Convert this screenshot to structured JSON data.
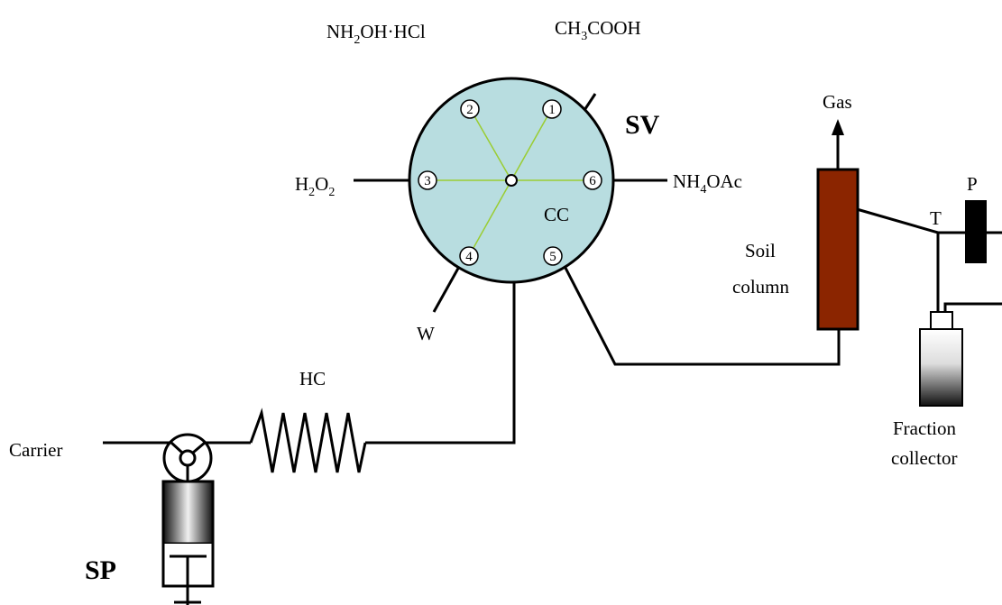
{
  "selection_valve": {
    "label": "SV",
    "center_label": "CC",
    "ports": [
      {
        "num": "1",
        "reagent": "CH",
        "reagent_sub": "3",
        "reagent_tail": "COOH"
      },
      {
        "num": "2",
        "reagent": "NH",
        "reagent_sub": "2",
        "reagent_tail": "OH·HCl"
      },
      {
        "num": "3",
        "reagent": "H",
        "reagent_sub": "2",
        "reagent_tail": "O",
        "reagent_sub2": "2"
      },
      {
        "num": "4",
        "reagent": "W"
      },
      {
        "num": "5",
        "reagent": ""
      },
      {
        "num": "6",
        "reagent": "NH",
        "reagent_sub": "4",
        "reagent_tail": "OAc"
      }
    ],
    "fill_color": "#b8dde0",
    "spoke_color": "#9acd32"
  },
  "labels": {
    "carrier": "Carrier",
    "holding_coil": "HC",
    "syringe_pump": "SP",
    "gas": "Gas",
    "soil_column_line1": "Soil",
    "soil_column_line2": "column",
    "tee": "T",
    "pump": "P",
    "fraction_collector_line1": "Fraction",
    "fraction_collector_line2": "collector"
  },
  "colors": {
    "soil_column": "#8b2500",
    "pump": "#000000"
  }
}
